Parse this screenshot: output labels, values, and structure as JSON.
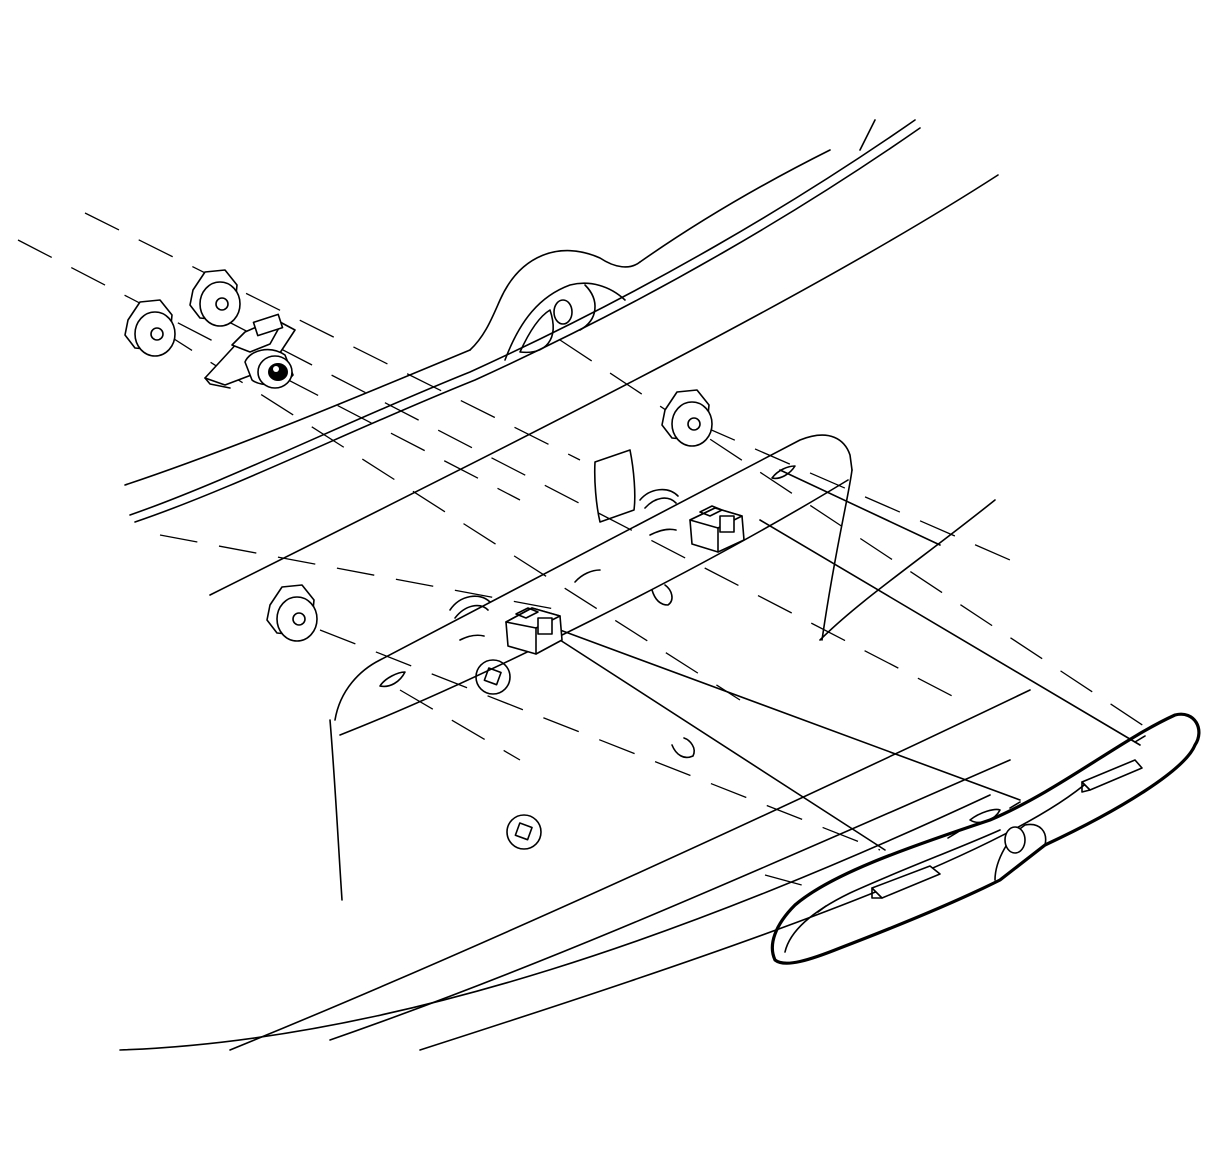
{
  "diagram": {
    "kind": "exploded-view line drawing",
    "parts": [
      "rear-camera",
      "camera-nut-left",
      "camera-nut-right",
      "applique-nut-left",
      "applique-nut-right",
      "electrical-connector-left",
      "electrical-connector-right",
      "liftgate-applique-panel",
      "liftgate-panel"
    ],
    "colors": {
      "line": "#000000",
      "background": "#ffffff"
    }
  }
}
